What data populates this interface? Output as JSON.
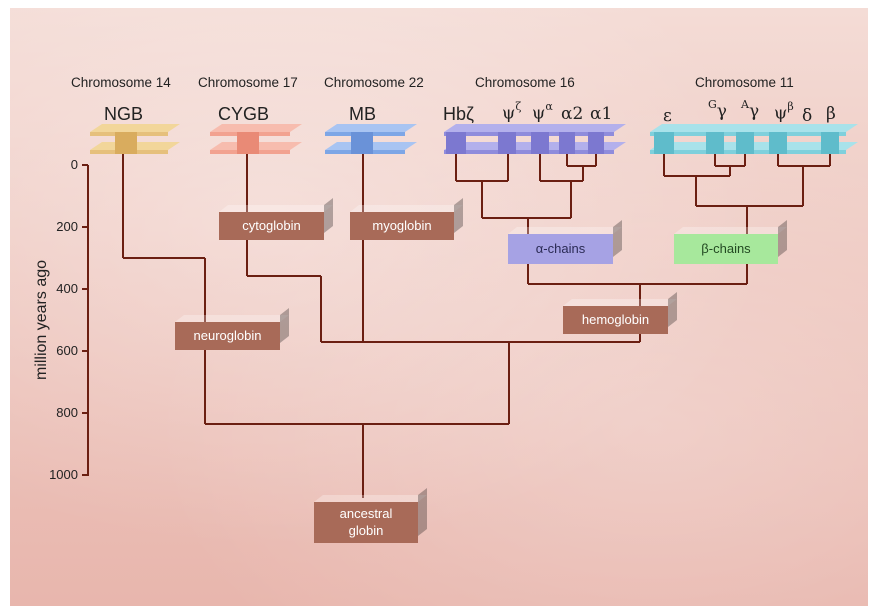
{
  "chromosomes": {
    "c14": "Chromosome 14",
    "c17": "Chromosome 17",
    "c22": "Chromosome 22",
    "c16": "Chromosome 16",
    "c11": "Chromosome 11"
  },
  "genes": {
    "ngb": "NGB",
    "cygb": "CYGB",
    "mb": "MB",
    "hb_zeta": "Hbζ",
    "psi_zeta": "ψ",
    "psi_zeta_sup": "ζ",
    "psi_alpha": "ψ",
    "psi_alpha_sup": "α",
    "alpha2": "α2",
    "alpha1": "α1",
    "epsilon": "ε",
    "g_gamma_sup": "G",
    "g_gamma": "γ",
    "a_gamma_sup": "A",
    "a_gamma": "γ",
    "psi_beta": "ψ",
    "psi_beta_sup": "β",
    "delta": "δ",
    "beta": "β"
  },
  "boxes": {
    "cytoglobin": "cytoglobin",
    "myoglobin": "myoglobin",
    "alpha_chains": "α-chains",
    "beta_chains": "β-chains",
    "neuroglobin": "neuroglobin",
    "hemoglobin": "hemoglobin",
    "ancestral_1": "ancestral",
    "ancestral_2": "globin"
  },
  "axis": {
    "title": "million years ago",
    "ticks": [
      "0",
      "200",
      "400",
      "600",
      "800",
      "1000"
    ]
  },
  "colors": {
    "tree_line": "#6b1f12",
    "ngb_bar": "#e6c07c",
    "cygb_bar": "#f2a290",
    "mb_bar": "#7da6e6",
    "c16_bar": "#8f8cdc",
    "c11_bar": "#7fd0dc",
    "box_brown": "#a86a58",
    "box_purple": "#a6a2e4",
    "box_green": "#a7e89c"
  }
}
